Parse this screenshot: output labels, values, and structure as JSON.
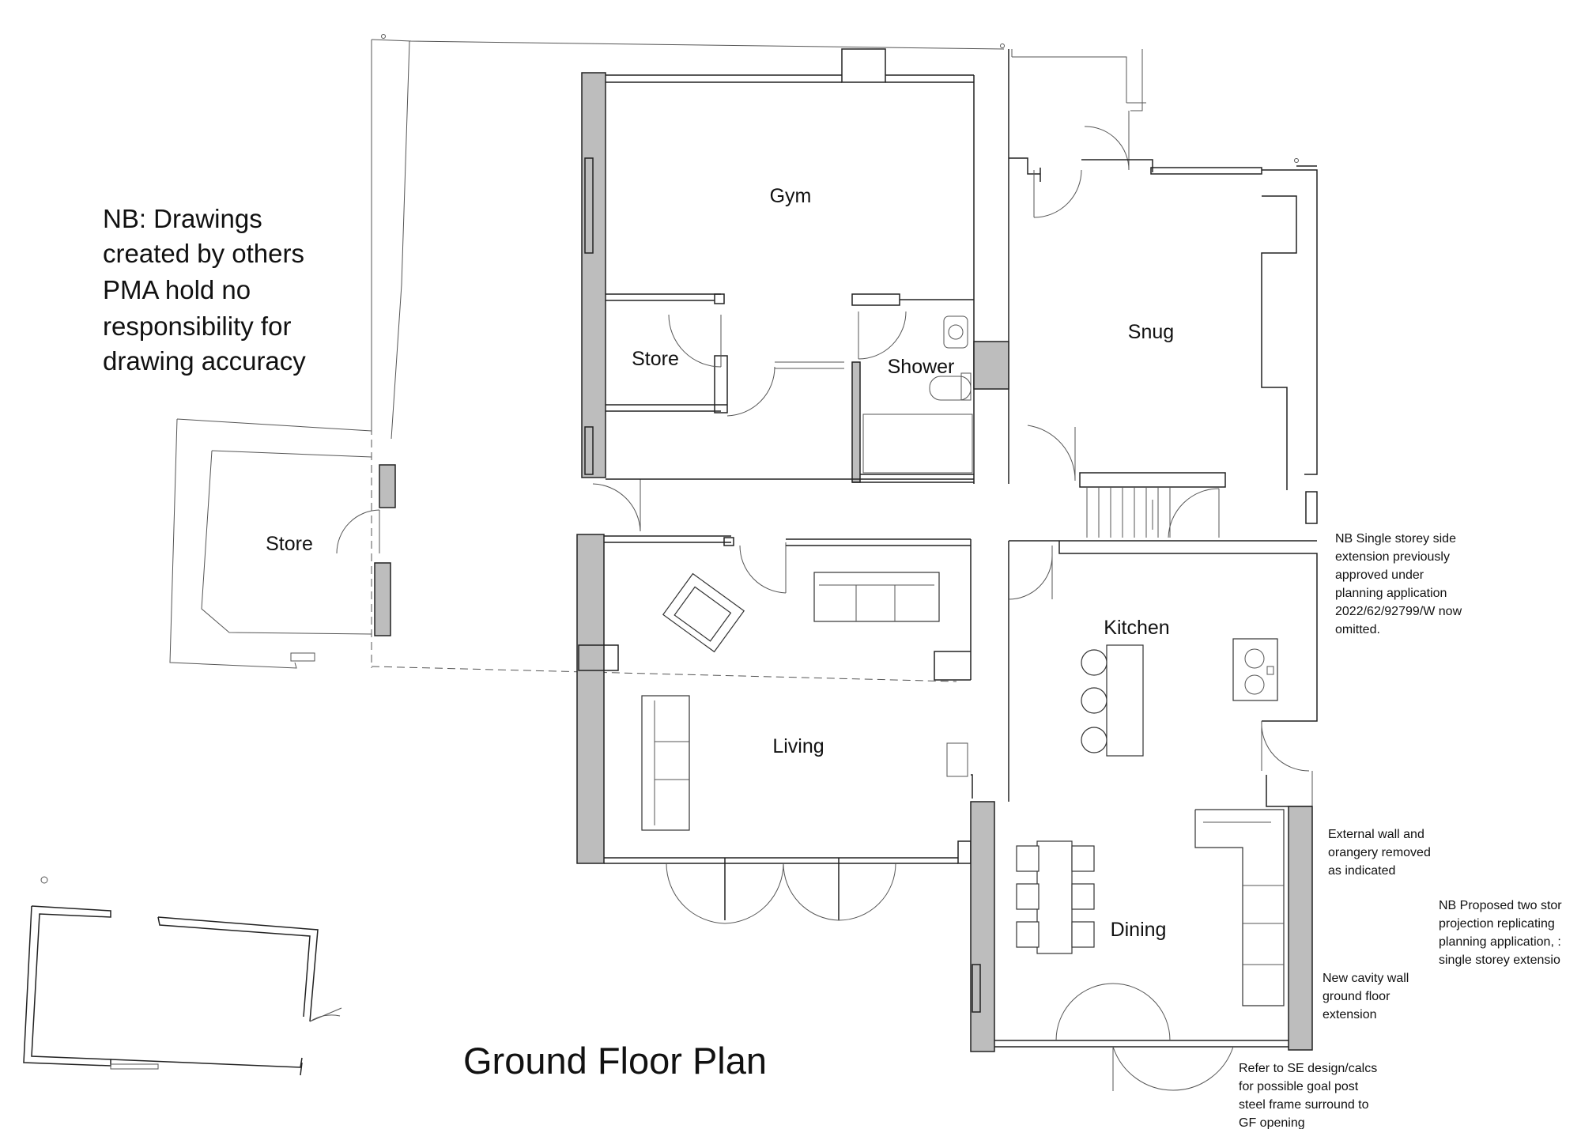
{
  "title": "Ground Floor Plan",
  "rooms": {
    "gym": "Gym",
    "store_inner": "Store",
    "shower": "Shower",
    "snug": "Snug",
    "store_outbuilding": "Store",
    "kitchen": "Kitchen",
    "living": "Living",
    "dining": "Dining"
  },
  "disclaimer": [
    "NB: Drawings",
    "created by others",
    "PMA hold no",
    "responsibility for",
    "drawing accuracy"
  ],
  "annotations": {
    "side_extension": [
      "NB Single storey side",
      "extension previously",
      "approved under",
      "planning application",
      "2022/62/92799/W now",
      "omitted."
    ],
    "external_wall": [
      "External wall and",
      "orangery removed",
      "as indicated"
    ],
    "two_storey": [
      "NB Proposed two stor",
      "projection replicating",
      "planning application, :",
      "single storey extensio"
    ],
    "cavity_wall": [
      "New cavity wall",
      "ground floor",
      "extension"
    ],
    "se_design": [
      "Refer to SE design/calcs",
      "for possible goal post",
      "steel frame surround to",
      "GF opening"
    ]
  }
}
